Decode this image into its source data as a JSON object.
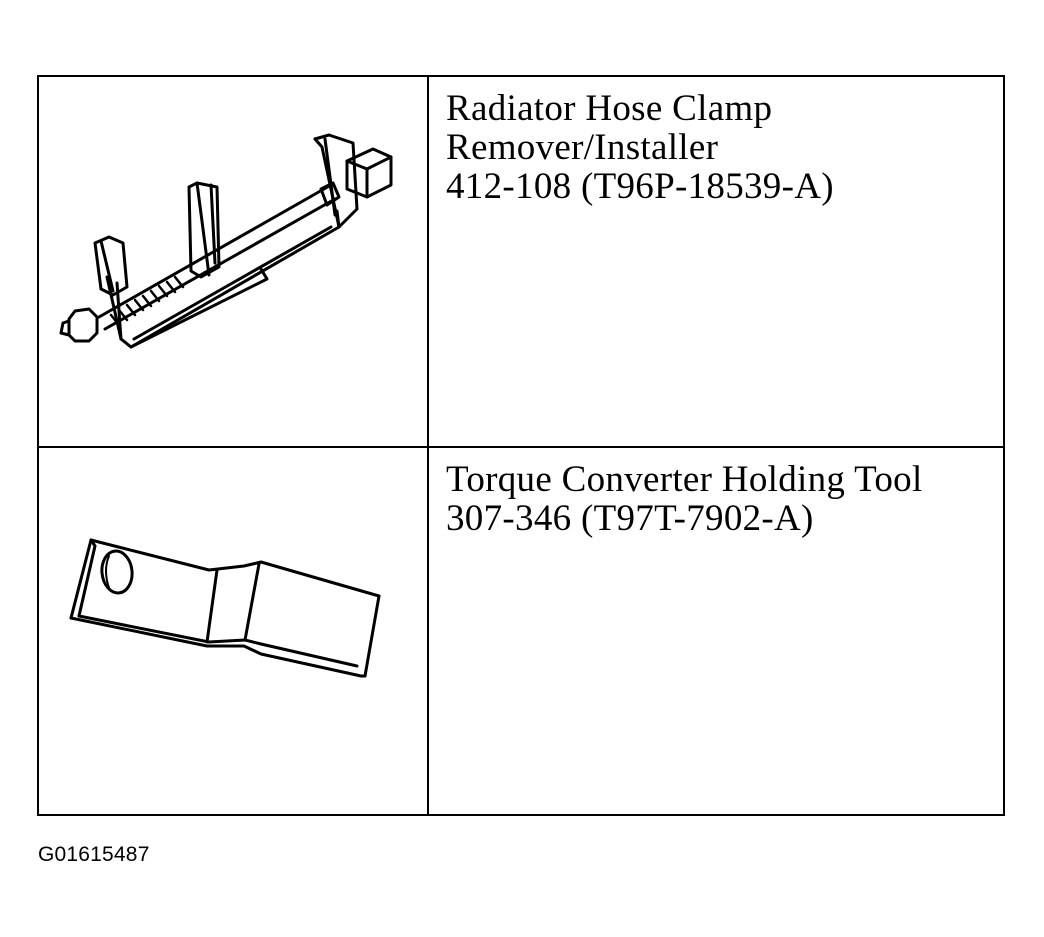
{
  "tools": [
    {
      "illustration_icon": "hose-clamp-tool-icon",
      "name_lines": [
        "Radiator Hose Clamp",
        "Remover/Installer"
      ],
      "part_number": "412-108 (T96P-18539-A)"
    },
    {
      "illustration_icon": "holding-tool-bracket-icon",
      "name_lines": [
        "Torque Converter Holding Tool"
      ],
      "part_number": "307-346 (T97T-7902-A)"
    }
  ],
  "figure_id": "G01615487",
  "colors": {
    "line": "#000000",
    "background": "#ffffff"
  }
}
